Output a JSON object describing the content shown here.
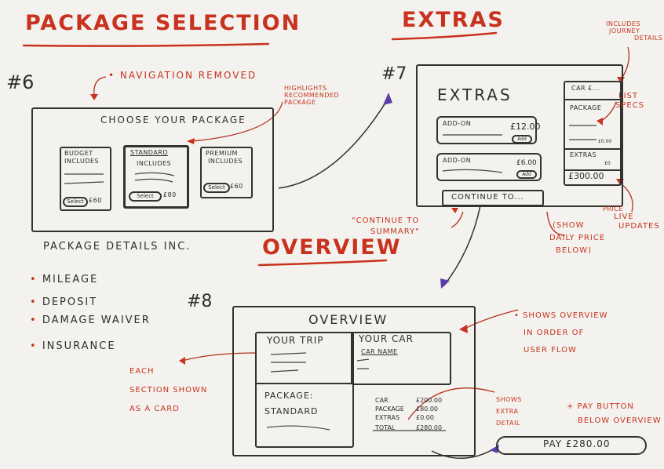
{
  "titles": {
    "package_selection": "Package Selection",
    "extras": "Extras",
    "overview": "Overview"
  },
  "screen6": {
    "number": "#6",
    "nav_note": "• Navigation removed",
    "highlight_note": [
      "Highlights",
      "recommended",
      "package"
    ],
    "heading": "Choose your package",
    "packages": [
      {
        "name": "Budget",
        "includes": "Includes",
        "select": "Select",
        "price": "£60"
      },
      {
        "name": "Standard",
        "includes": "Includes",
        "select": "Select",
        "price": "£80"
      },
      {
        "name": "Premium",
        "includes": "Includes",
        "select": "Select",
        "price": "£60"
      }
    ],
    "details_heading": "Package details inc.",
    "details": [
      "Mileage",
      "Deposit",
      "Damage waiver",
      "Insurance"
    ]
  },
  "screen7": {
    "number": "#7",
    "heading": "Extras",
    "addons": [
      {
        "label": "Add-on",
        "price": "£12.00",
        "button": "Add"
      },
      {
        "label": "Add-on",
        "price": "£6.00",
        "button": "Add"
      }
    ],
    "continue_button": "Continue to...",
    "sidebar": {
      "car": "Car £...",
      "package": "Package",
      "package_price": "£0.00",
      "extras": "Extras",
      "extras_price": "£0",
      "total": "£300.00"
    },
    "notes": {
      "journey": [
        "Includes",
        "journey",
        "details"
      ],
      "specs": [
        "List",
        "specs"
      ],
      "price_live": [
        "Price",
        "live",
        "updates"
      ],
      "daily_price": [
        "(Show",
        "daily price",
        "below)"
      ],
      "continue": [
        "\"Continue to",
        "summary\""
      ]
    }
  },
  "screen8": {
    "number": "#8",
    "heading": "Overview",
    "trip_card": "Your trip",
    "car_card": "Your car",
    "car_name": "Car name",
    "package_card": [
      "Package:",
      "Standard"
    ],
    "price_rows": [
      {
        "label": "Car",
        "value": "£200.00"
      },
      {
        "label": "Package",
        "value": "£80.00"
      },
      {
        "label": "Extras",
        "value": "£0.00"
      }
    ],
    "total_label": "Total",
    "total_value": "£280.00",
    "pay_button": "Pay £280.00",
    "notes": {
      "overview_order": [
        "• Shows overview",
        "in order of",
        "user flow"
      ],
      "card": [
        "Each",
        "section shown",
        "as a card"
      ],
      "extra_detail": [
        "Shows",
        "extra",
        "detail"
      ],
      "pay": [
        "+ Pay button",
        "below overview"
      ]
    }
  }
}
